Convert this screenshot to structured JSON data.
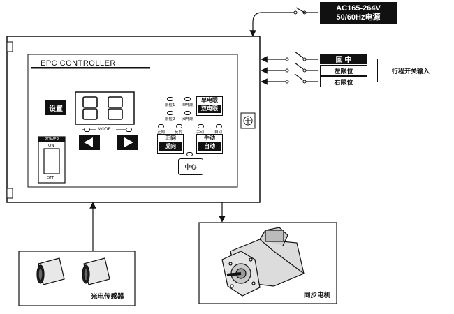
{
  "power_supply": {
    "line1": "AC165-264V",
    "line2": "50/60Hz电源"
  },
  "limit_switch": {
    "center": "回  中",
    "left": "左限位",
    "right": "右限位",
    "input_label": "行程开关输入"
  },
  "controller": {
    "title": "EPC CONTROLLER",
    "setting_label": "设置",
    "mode_label": "MODE",
    "power": {
      "title": "POWER",
      "on": "ON",
      "off": "OFF"
    },
    "indicators": {
      "limit1": "限位1",
      "limit2": "限位2",
      "single_eye": "单电眼",
      "dual_eye": "双电眼",
      "forward": "正向",
      "reverse": "反向",
      "manual": "手动",
      "auto": "自动"
    },
    "buttons": {
      "eye_top": "单电眼",
      "eye_bottom": "双电眼",
      "dir_top": "正向",
      "dir_bottom": "反向",
      "mode_top": "手动",
      "mode_bottom": "自动",
      "center": "中心"
    }
  },
  "sensor_label": "光电传感器",
  "motor_label": "同步电机"
}
